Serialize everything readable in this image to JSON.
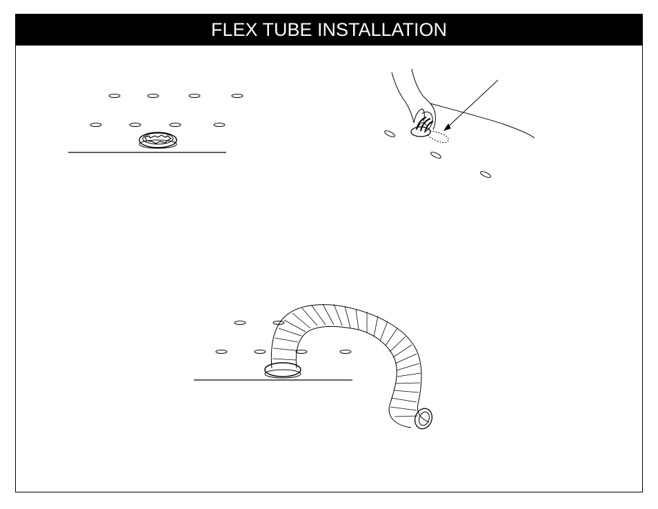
{
  "header": {
    "title": "FLEX TUBE INSTALLATION",
    "background": "#000000",
    "text_color": "#ffffff"
  },
  "illustrations": [
    {
      "name": "flange-on-floor",
      "icon": "flange-icon"
    },
    {
      "name": "hand-inserting-tube",
      "icon": "hand-icon"
    },
    {
      "name": "flex-tube-installed",
      "icon": "flex-tube-icon"
    }
  ]
}
